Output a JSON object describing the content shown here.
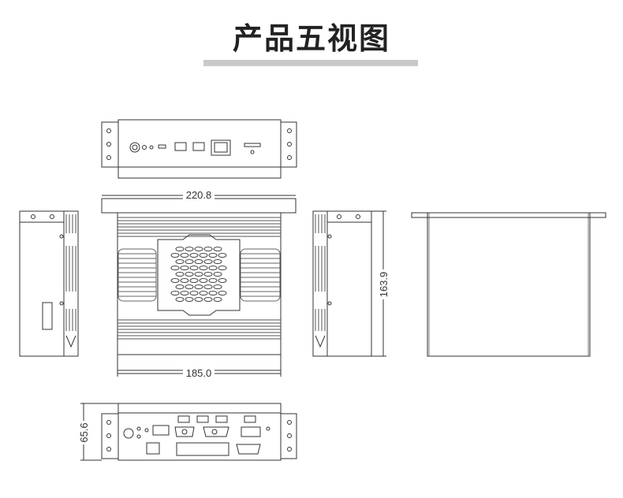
{
  "title": "产品五视图",
  "dimensions": {
    "width": "220.8",
    "depth": "185.0",
    "height_side": "163.9",
    "height_rear": "65.6"
  }
}
